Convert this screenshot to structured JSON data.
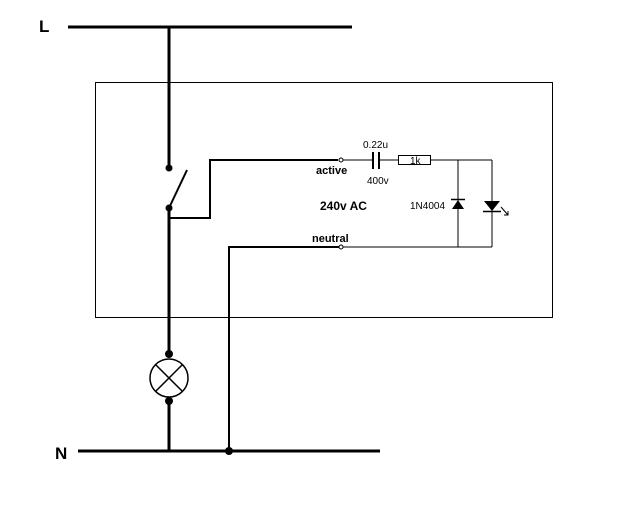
{
  "rails": {
    "line_label": "L",
    "neutral_label": "N"
  },
  "enclosure": {
    "supply_label": "240v AC",
    "active_label": "active",
    "neutral_label": "neutral"
  },
  "components": {
    "capacitor_value": "0.22u",
    "capacitor_voltage": "400v",
    "resistor_value": "1k",
    "diode_part": "1N4004"
  },
  "colors": {
    "ink": "#000000",
    "background": "#ffffff"
  }
}
